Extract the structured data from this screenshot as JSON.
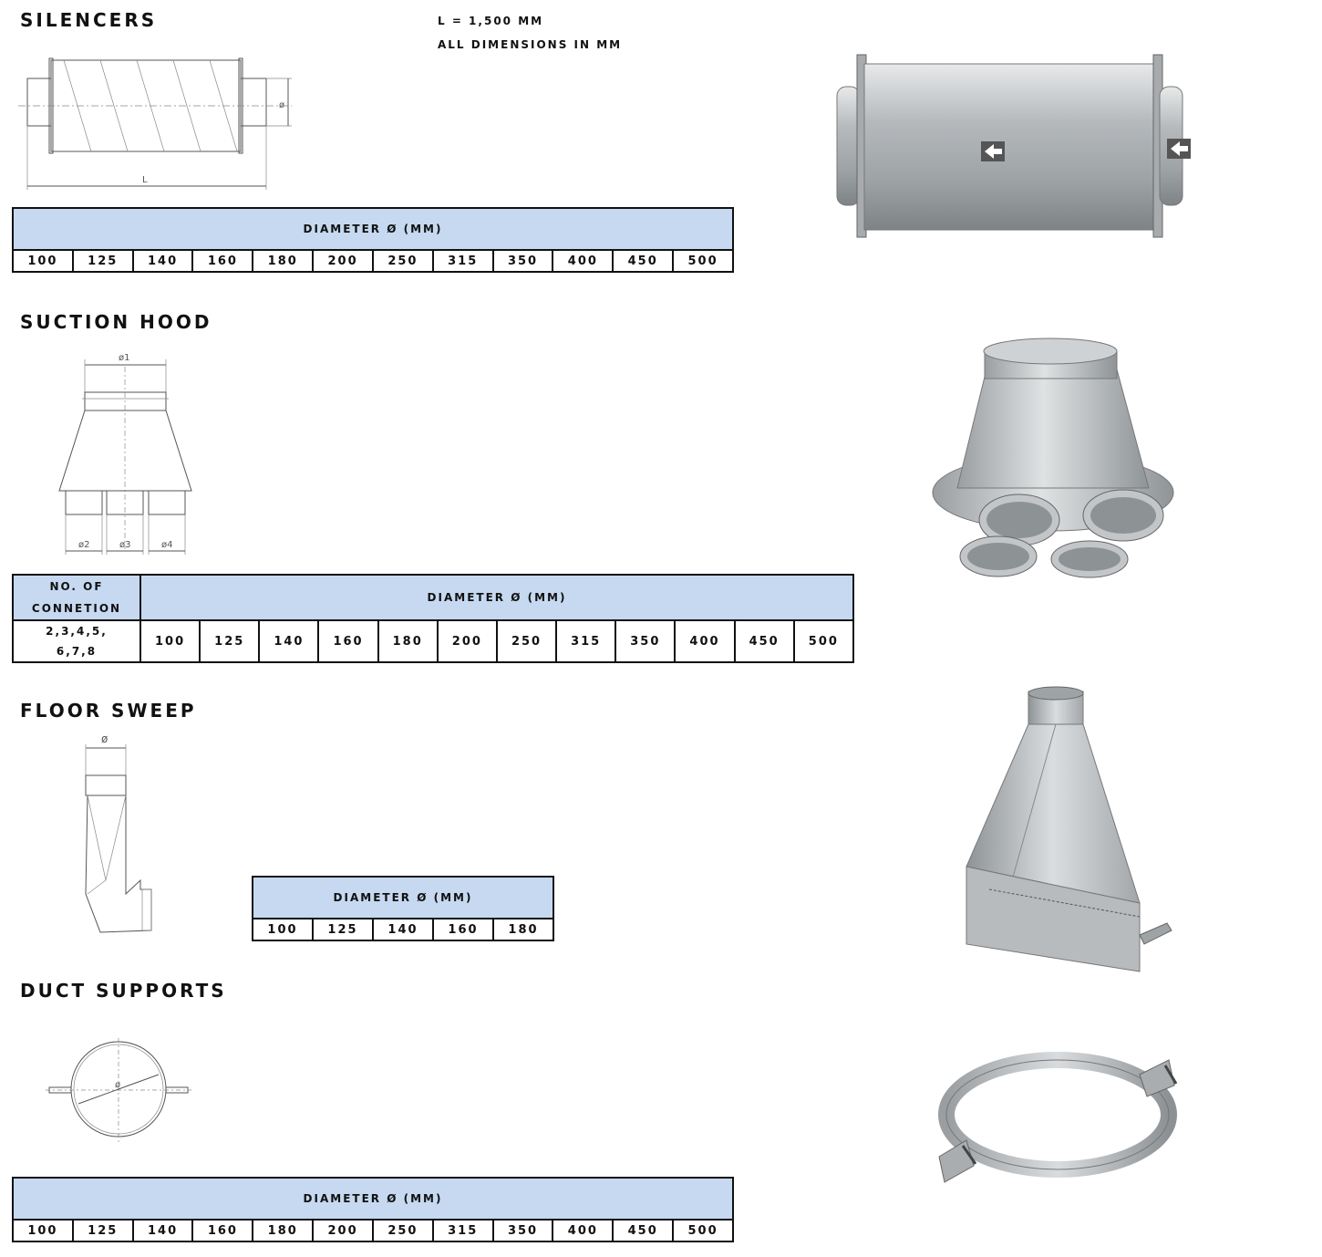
{
  "silencers": {
    "title": "SILENCERS",
    "note_length": "L = 1,500 MM",
    "note_units": "ALL DIMENSIONS IN MM",
    "drawing_labels": {
      "diameter": "ø",
      "length": "L"
    },
    "table": {
      "header": "DIAMETER Ø (MM)",
      "diameters": [
        "100",
        "125",
        "140",
        "160",
        "180",
        "200",
        "250",
        "315",
        "350",
        "400",
        "450",
        "500"
      ]
    }
  },
  "suction_hood": {
    "title": "SUCTION HOOD",
    "drawing_labels": {
      "d1": "ø1",
      "d2": "ø2",
      "d3": "ø3",
      "d4": "ø4"
    },
    "table": {
      "connection_header": "NO. OF CONNETION",
      "connection_values": "2,3,4,5, 6,7,8",
      "header": "DIAMETER Ø (MM)",
      "diameters": [
        "100",
        "125",
        "140",
        "160",
        "180",
        "200",
        "250",
        "315",
        "350",
        "400",
        "450",
        "500"
      ]
    }
  },
  "floor_sweep": {
    "title": "FLOOR SWEEP",
    "drawing_labels": {
      "diameter": "ø"
    },
    "table": {
      "header": "DIAMETER Ø (MM)",
      "diameters": [
        "100",
        "125",
        "140",
        "160",
        "180"
      ]
    }
  },
  "duct_supports": {
    "title": "DUCT SUPPORTS",
    "drawing_labels": {
      "diameter": "ø"
    },
    "table": {
      "header": "DIAMETER Ø (MM)",
      "diameters": [
        "100",
        "125",
        "140",
        "160",
        "180",
        "200",
        "250",
        "315",
        "350",
        "400",
        "450",
        "500"
      ]
    }
  },
  "colors": {
    "table_header": "#c6d9f1",
    "border": "#111111",
    "metal": "#b8bcbf"
  }
}
